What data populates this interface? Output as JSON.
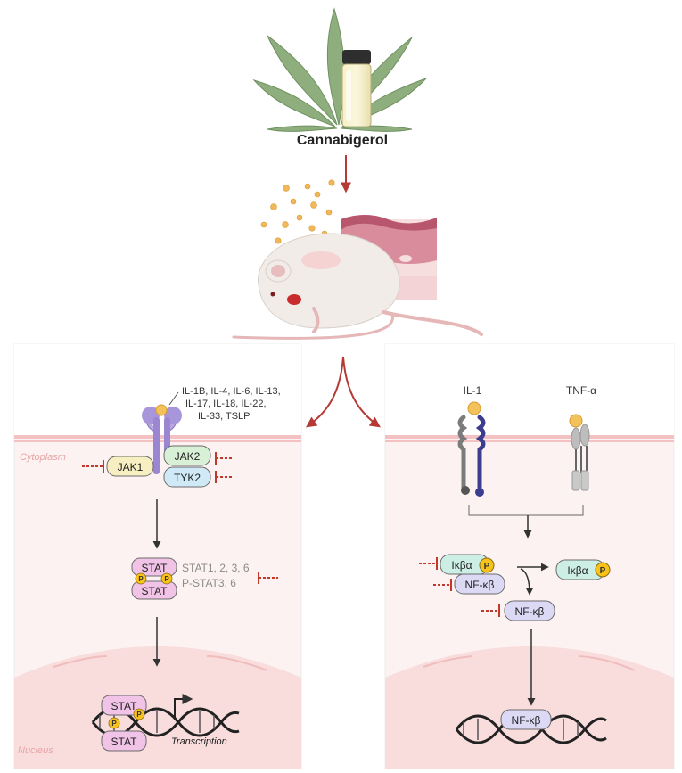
{
  "title": "Cannabigerol",
  "left_panel": {
    "cytokines": [
      "IL-1B, IL-4, IL-6, IL-13,",
      "IL-17, IL-18, IL-22,",
      "IL-33, TSLP"
    ],
    "cytoplasm_label": "Cytoplasm",
    "nucleus_label": "Nucleus",
    "jak1": "JAK1",
    "jak2": "JAK2",
    "tyk2": "TYK2",
    "stat": "STAT",
    "phospho": "P",
    "stat_list": [
      "STAT1, 2, 3, 6",
      "P-STAT3, 6"
    ],
    "transcription": "Transcription"
  },
  "right_panel": {
    "il1": "IL-1",
    "tnf": "TNF-α",
    "ikba": "Iκβα",
    "nfkb": "NF-κβ",
    "phospho": "P"
  },
  "colors": {
    "inhibit": "#c0392b",
    "arrow": "#444444",
    "red_arrow": "#b53a36",
    "panel_bg": "#fdf0f0",
    "membrane": "#f1b5b5",
    "stat_fill": "#f1c3e6",
    "jak_fill": "#f7efc2",
    "jak2_fill": "#d8f1d6",
    "tyk2_fill": "#cfe9f7",
    "ikba_fill": "#cdeee5",
    "nfkb_fill": "#dcd9f5",
    "phospho_fill": "#f7c21b"
  }
}
